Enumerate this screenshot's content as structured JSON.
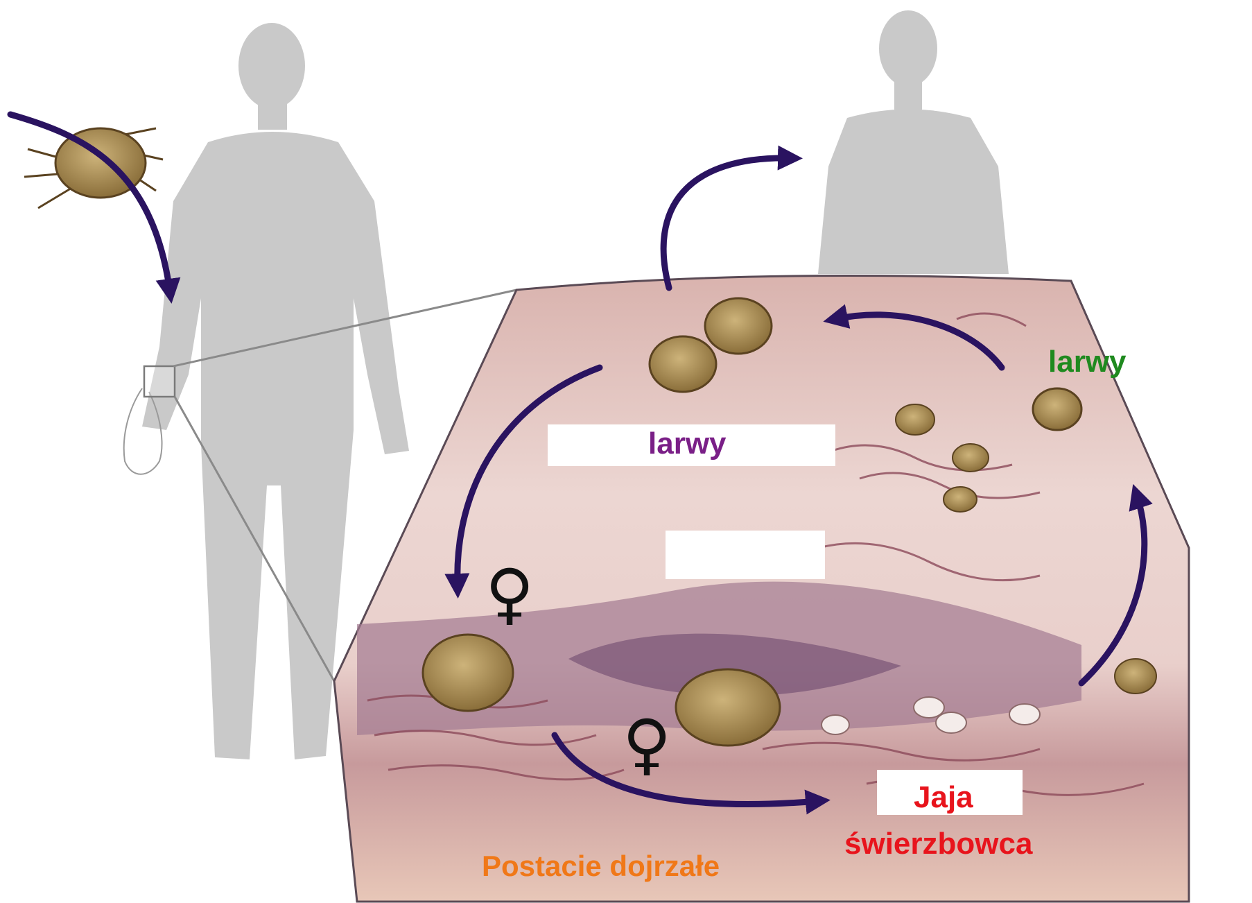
{
  "labels": {
    "larvae_purple": "larwy",
    "larvae_green": "larwy",
    "eggs_line1": "Jaja",
    "eggs_line2": "świerzbowca",
    "adults": "Postacie dojrzałe",
    "female_symbol_1": "♀",
    "female_symbol_2": "♀"
  },
  "colors": {
    "larvae_purple": "#7a1f87",
    "larvae_green": "#1f8a1f",
    "eggs": "#e8141c",
    "adults": "#f07818",
    "arrows": "#2a1360",
    "silhouette": "#c9c9c9",
    "skin": "#e6c6c2"
  },
  "icons": [
    "mite-icon",
    "human-silhouette-icon",
    "female-symbol-icon",
    "arrow-icon",
    "egg-icon"
  ]
}
